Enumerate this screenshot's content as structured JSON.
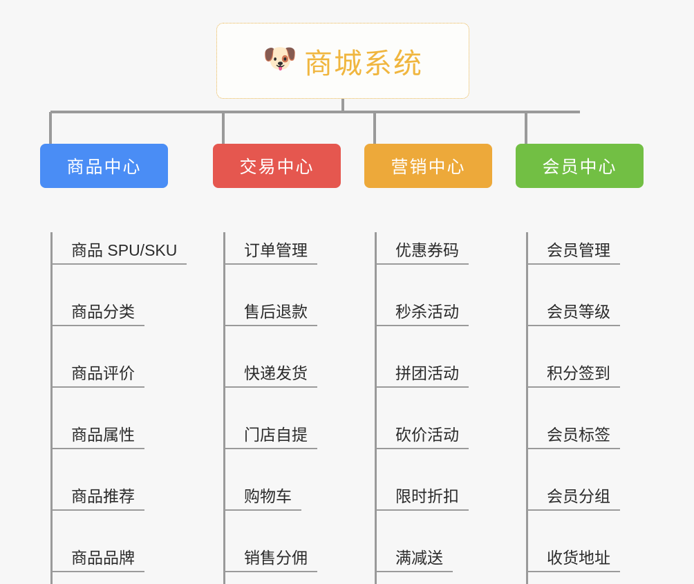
{
  "root": {
    "icon": "shiba-dog-emoji",
    "emoji": "🐶",
    "title": "商城系统",
    "color": "#f0b63f",
    "border_color": "#e9b44c"
  },
  "branches": [
    {
      "label": "商品中心",
      "color": "#4a8df5",
      "items": [
        "商品 SPU/SKU",
        "商品分类",
        "商品评价",
        "商品属性",
        "商品推荐",
        "商品品牌"
      ]
    },
    {
      "label": "交易中心",
      "color": "#e5574f",
      "items": [
        "订单管理",
        "售后退款",
        "快递发货",
        "门店自提",
        "购物车",
        "销售分佣"
      ]
    },
    {
      "label": "营销中心",
      "color": "#eda93a",
      "items": [
        "优惠券码",
        "秒杀活动",
        "拼团活动",
        "砍价活动",
        "限时折扣",
        "满减送"
      ]
    },
    {
      "label": "会员中心",
      "color": "#72bf44",
      "items": [
        "会员管理",
        "会员等级",
        "积分签到",
        "会员标签",
        "会员分组",
        "收货地址"
      ]
    }
  ],
  "connector_color": "#9a9a9a",
  "background_color": "#f7f7f7"
}
